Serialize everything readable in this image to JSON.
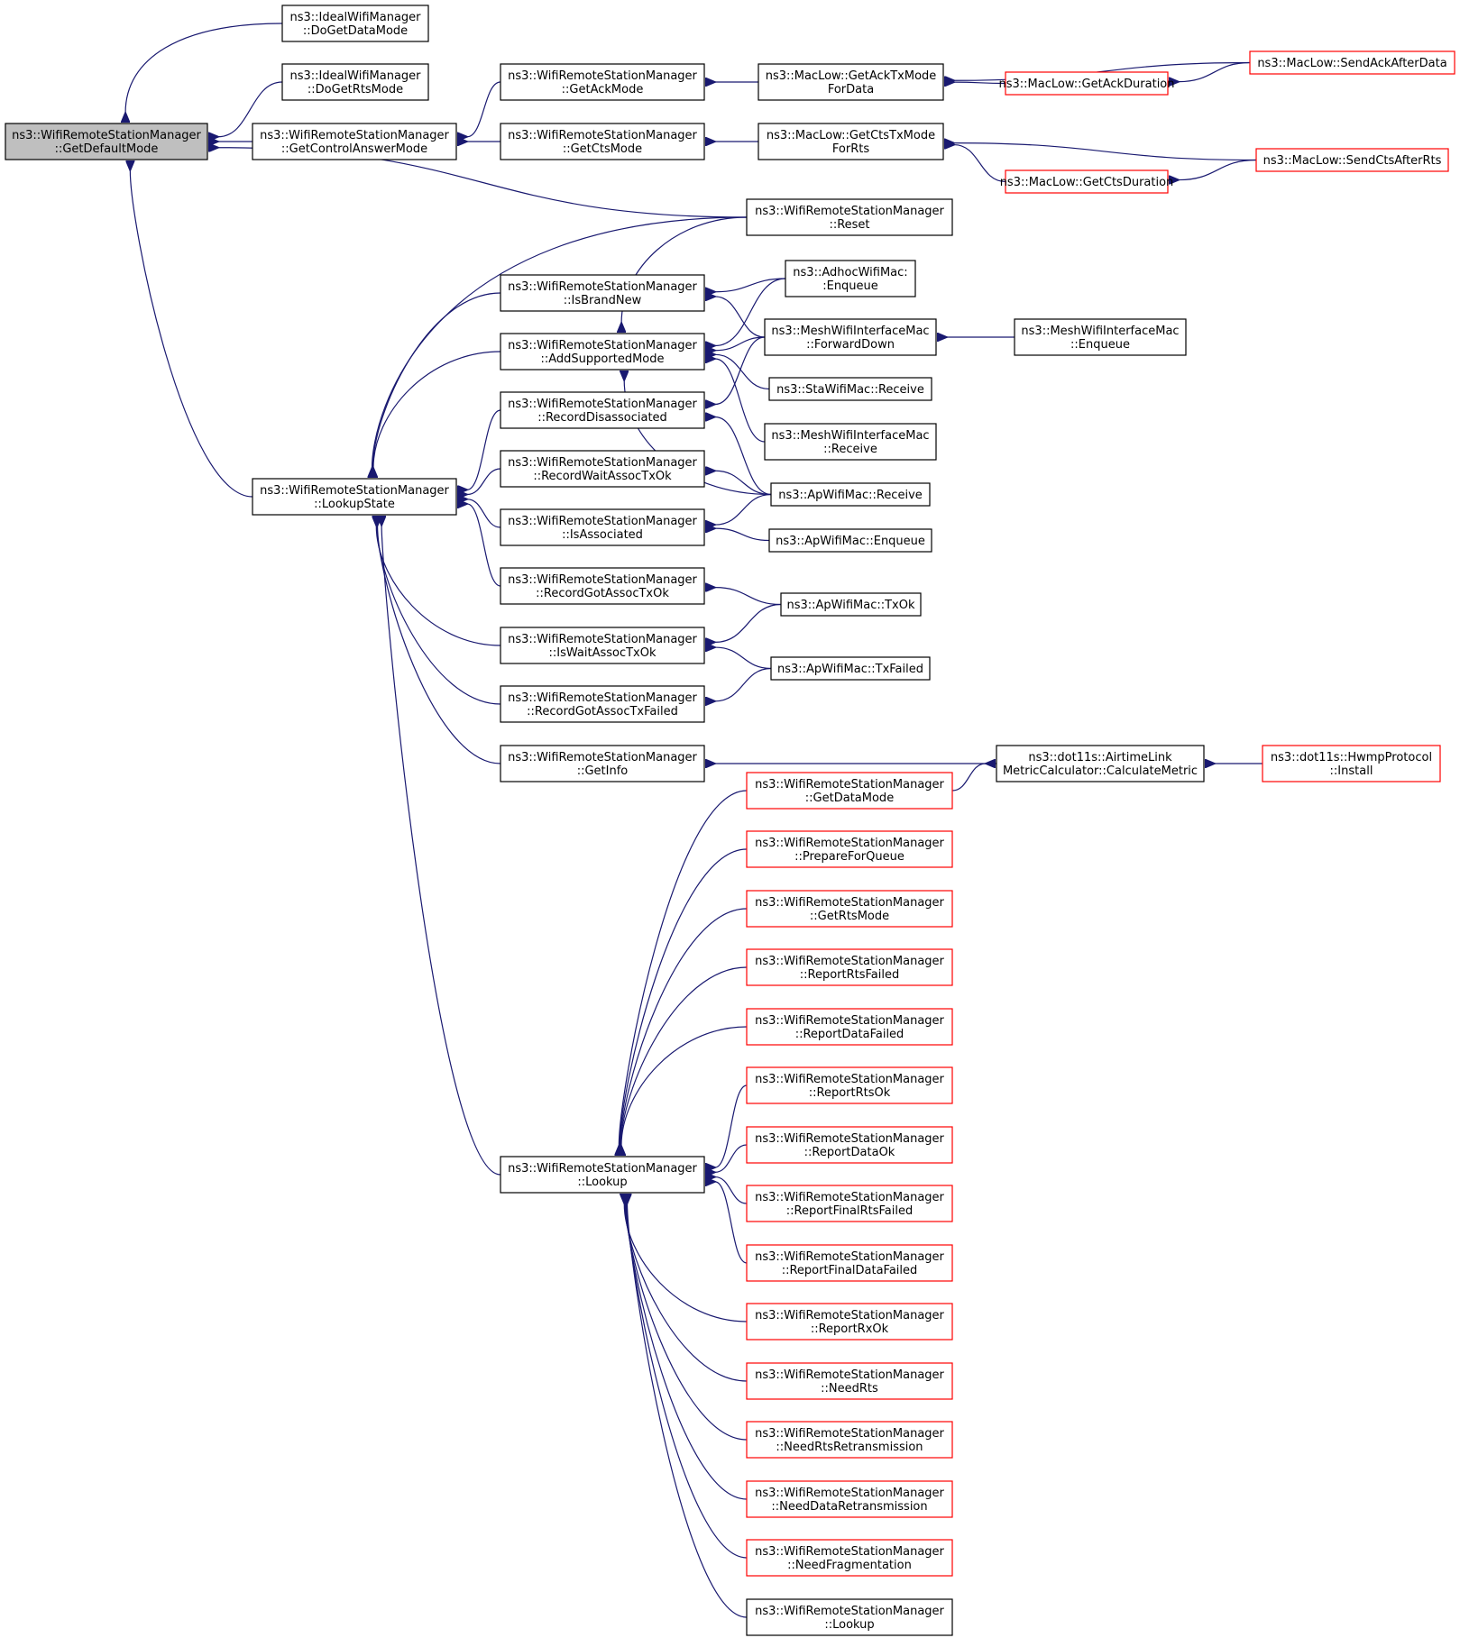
{
  "graph": {
    "edge_color": "#191970",
    "root_fill": "#bfbfbf",
    "caller_border_color": "#ff0000",
    "nodes": {
      "root": [
        "ns3::WifiRemoteStationManager",
        "::GetDefaultMode"
      ],
      "ideal_data": [
        "ns3::IdealWifiManager",
        "::DoGetDataMode"
      ],
      "ideal_rts": [
        "ns3::IdealWifiManager",
        "::DoGetRtsMode"
      ],
      "ctrl_answer": [
        "ns3::WifiRemoteStationManager",
        "::GetControlAnswerMode"
      ],
      "get_ack": [
        "ns3::WifiRemoteStationManager",
        "::GetAckMode"
      ],
      "get_cts": [
        "ns3::WifiRemoteStationManager",
        "::GetCtsMode"
      ],
      "ack_tx": [
        "ns3::MacLow::GetAckTxMode",
        "ForData"
      ],
      "cts_tx": [
        "ns3::MacLow::GetCtsTxMode",
        "ForRts"
      ],
      "ack_dur": [
        "ns3::MacLow::GetAckDuration"
      ],
      "cts_dur": [
        "ns3::MacLow::GetCtsDuration"
      ],
      "send_ack": [
        "ns3::MacLow::SendAckAfterData"
      ],
      "send_cts": [
        "ns3::MacLow::SendCtsAfterRts"
      ],
      "reset": [
        "ns3::WifiRemoteStationManager",
        "::Reset"
      ],
      "lookup_state": [
        "ns3::WifiRemoteStationManager",
        "::LookupState"
      ],
      "brand_new": [
        "ns3::WifiRemoteStationManager",
        "::IsBrandNew"
      ],
      "add_supported": [
        "ns3::WifiRemoteStationManager",
        "::AddSupportedMode"
      ],
      "rec_disassoc": [
        "ns3::WifiRemoteStationManager",
        "::RecordDisassociated"
      ],
      "rec_wait": [
        "ns3::WifiRemoteStationManager",
        "::RecordWaitAssocTxOk"
      ],
      "is_assoc": [
        "ns3::WifiRemoteStationManager",
        "::IsAssociated"
      ],
      "rec_got": [
        "ns3::WifiRemoteStationManager",
        "::RecordGotAssocTxOk"
      ],
      "is_wait": [
        "ns3::WifiRemoteStationManager",
        "::IsWaitAssocTxOk"
      ],
      "rec_got_failed": [
        "ns3::WifiRemoteStationManager",
        "::RecordGotAssocTxFailed"
      ],
      "get_info": [
        "ns3::WifiRemoteStationManager",
        "::GetInfo"
      ],
      "adhoc_enq": [
        "ns3::AdhocWifiMac:",
        ":Enqueue"
      ],
      "mesh_fwd": [
        "ns3::MeshWifiInterfaceMac",
        "::ForwardDown"
      ],
      "mesh_enq": [
        "ns3::MeshWifiInterfaceMac",
        "::Enqueue"
      ],
      "sta_recv": [
        "ns3::StaWifiMac::Receive"
      ],
      "mesh_recv": [
        "ns3::MeshWifiInterfaceMac",
        "::Receive"
      ],
      "ap_recv": [
        "ns3::ApWifiMac::Receive"
      ],
      "ap_enq": [
        "ns3::ApWifiMac::Enqueue"
      ],
      "ap_txok": [
        "ns3::ApWifiMac::TxOk"
      ],
      "ap_txfail": [
        "ns3::ApWifiMac::TxFailed"
      ],
      "airtime": [
        "ns3::dot11s::AirtimeLink",
        "MetricCalculator::CalculateMetric"
      ],
      "hwmp": [
        "ns3::dot11s::HwmpProtocol",
        "::Install"
      ],
      "lookup": [
        "ns3::WifiRemoteStationManager",
        "::Lookup"
      ],
      "get_data_mode": [
        "ns3::WifiRemoteStationManager",
        "::GetDataMode"
      ],
      "prepare_queue": [
        "ns3::WifiRemoteStationManager",
        "::PrepareForQueue"
      ],
      "get_rts_mode": [
        "ns3::WifiRemoteStationManager",
        "::GetRtsMode"
      ],
      "report_rts_failed": [
        "ns3::WifiRemoteStationManager",
        "::ReportRtsFailed"
      ],
      "report_data_failed": [
        "ns3::WifiRemoteStationManager",
        "::ReportDataFailed"
      ],
      "report_rts_ok": [
        "ns3::WifiRemoteStationManager",
        "::ReportRtsOk"
      ],
      "report_data_ok": [
        "ns3::WifiRemoteStationManager",
        "::ReportDataOk"
      ],
      "report_final_rts": [
        "ns3::WifiRemoteStationManager",
        "::ReportFinalRtsFailed"
      ],
      "report_final_data": [
        "ns3::WifiRemoteStationManager",
        "::ReportFinalDataFailed"
      ],
      "report_rx_ok": [
        "ns3::WifiRemoteStationManager",
        "::ReportRxOk"
      ],
      "need_rts": [
        "ns3::WifiRemoteStationManager",
        "::NeedRts"
      ],
      "need_rts_retx": [
        "ns3::WifiRemoteStationManager",
        "::NeedRtsRetransmission"
      ],
      "need_data_retx": [
        "ns3::WifiRemoteStationManager",
        "::NeedDataRetransmission"
      ],
      "need_frag": [
        "ns3::WifiRemoteStationManager",
        "::NeedFragmentation"
      ],
      "lookup2": [
        "ns3::WifiRemoteStationManager",
        "::Lookup"
      ]
    }
  }
}
